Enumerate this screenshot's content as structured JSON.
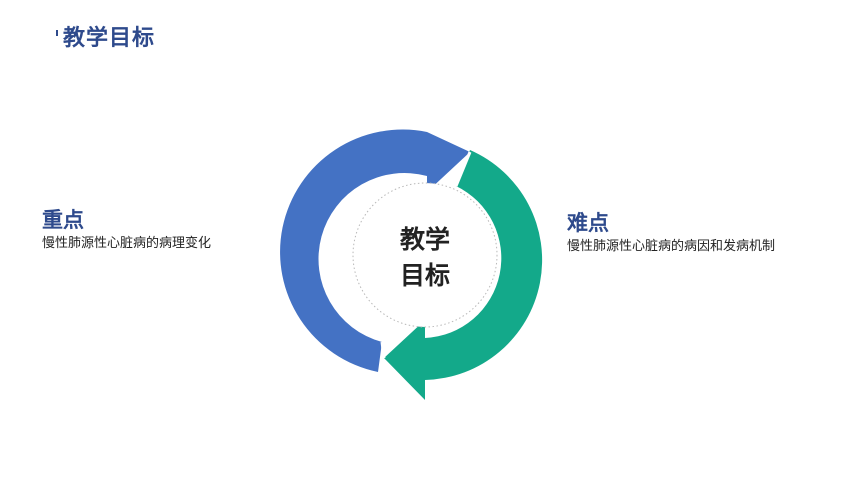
{
  "title": "教学目标",
  "center": {
    "line1": "教学",
    "line2": "目标"
  },
  "left": {
    "heading": "重点",
    "text": "慢性肺源性心脏病的病理变化"
  },
  "right": {
    "heading": "难点",
    "text": "慢性肺源性心脏病的病因和发病机制"
  },
  "colors": {
    "title": "#2e4a8c",
    "arrow_blue": "#4472c4",
    "arrow_green": "#13a98a"
  }
}
